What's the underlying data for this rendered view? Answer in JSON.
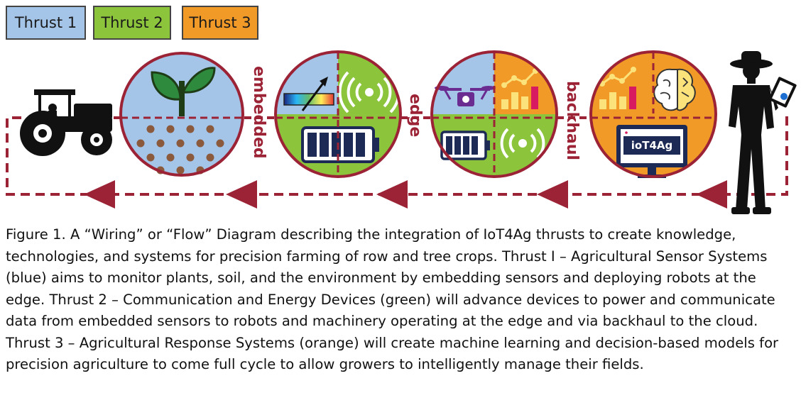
{
  "legend": [
    {
      "label": "Thrust 1",
      "color": "#a4c4e8"
    },
    {
      "label": "Thrust 2",
      "color": "#8cc43c"
    },
    {
      "label": "Thrust 3",
      "color": "#f29a28"
    }
  ],
  "stages": {
    "embedded": "embedded",
    "edge": "edge",
    "backhaul": "backhaul"
  },
  "screen_label": "ioT4Ag",
  "colors": {
    "flow_line": "#9b2335",
    "blue": "#a4c4e8",
    "green": "#8cc43c",
    "orange": "#f29a28",
    "soil": "#8b5a3c",
    "circle_border": "#9b2335"
  },
  "icons": [
    "tractor-icon",
    "plant-icon",
    "soil-icon",
    "sensor-gauge-icon",
    "wireless-signal-icon",
    "battery-icon",
    "drone-icon",
    "bar-chart-icon",
    "brain-icon",
    "monitor-icon",
    "farmer-icon"
  ],
  "caption": "Figure 1. A “Wiring” or “Flow” Diagram describing the integration of IoT4Ag thrusts to create knowledge, technologies, and systems for precision farming of row and tree crops. Thrust I – Agricultural Sensor Systems (blue) aims to monitor plants, soil, and the environment by embedding sensors and deploying robots at the edge. Thrust 2 – Communication and Energy Devices (green) will advance devices to power and communicate data from embedded sensors to robots and machinery operating at the edge and via backhaul to the cloud. Thrust 3 – Agricultural Response Systems (orange) will create machine learning and decision-based models for precision agriculture to come full cycle to allow growers to intelligently manage their fields."
}
